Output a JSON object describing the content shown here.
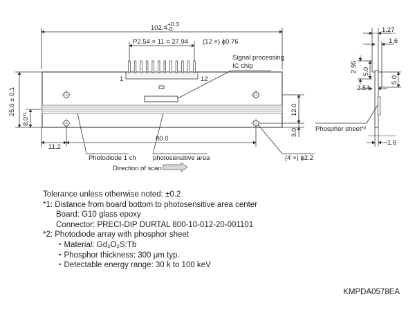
{
  "drawing": {
    "dims": {
      "overall_length": "102.4",
      "overall_tol_plus": "+0.3",
      "overall_tol_minus": "-0",
      "pitch": "P2.54 × 11 = 27.94",
      "pins": "(12 ×) ϕ0.76",
      "pin_first": "1",
      "pin_last": "12",
      "ic_label_1": "Signal processing",
      "ic_label_2": "IC chip",
      "height": "25.0 ± 0.1",
      "offset_8": "8.0*¹",
      "dim_12": "12.0",
      "dim_3": "3.0",
      "dim_80": "80.0",
      "dim_11_2": "11.2",
      "photodiode_label": "Photodiode 1 ch",
      "photosensitive_label": "photosensitive area",
      "holes": "(4 ×) ϕ2.2",
      "scan_direction": "Direction of scan"
    },
    "side": {
      "dim_1_27": "1.27",
      "dim_1_6_top": "1.6",
      "dim_2_95": "2.95",
      "dim_5_0_a": "5.0",
      "dim_5_0_b": "5.0",
      "dim_2_54": "2.54",
      "phosphor_label": "Phosphor sheet*²",
      "dim_1_6_bottom": "1.6"
    }
  },
  "notes": {
    "tolerance": "Tolerance unless otherwise noted: ±0.2",
    "note1": "*1: Distance from board bottom to photosensitive area center",
    "board": "Board: G10 glass epoxy",
    "connector": "Connector: PRECI-DIP DURTAL 800-10-012-20-001101",
    "note2": "*2: Photodiode array with phosphor sheet",
    "material": "・Material: Gd₂O₂S:Tb",
    "thickness": "・Phosphor thickness: 300 μm typ.",
    "energy": "・Detectable energy range: 30 k to 100 keV"
  },
  "code": "KMPDA0578EA"
}
